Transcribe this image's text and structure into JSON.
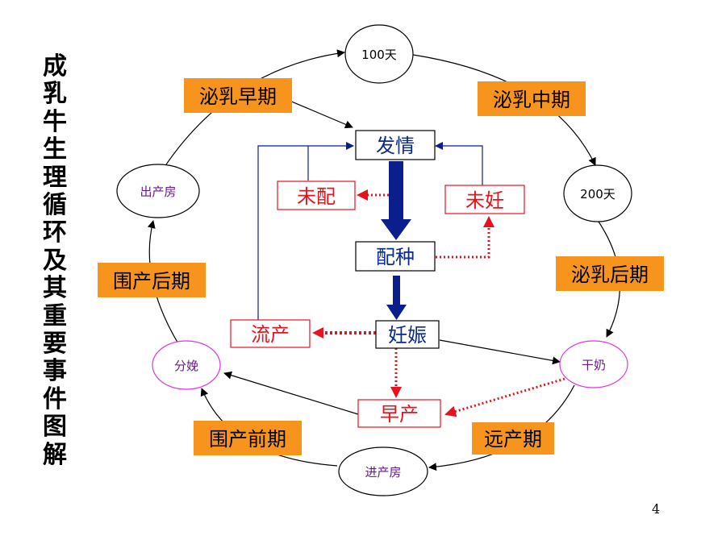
{
  "title": "成乳牛生理循环及其重要事件图解",
  "page_number": "4",
  "colors": {
    "stage_fill": "#f7941d",
    "center_text": "#0a2a8c",
    "center_arrow": "#0a1e8c",
    "red": "#e8121c",
    "purple": "#6a1a8c",
    "magenta": "#e233e2",
    "black": "#000000"
  },
  "cycle_nodes": {
    "day100": "100天",
    "day200": "200天",
    "dry_off": "干奶",
    "enter_room": "进产房",
    "calving": "分娩",
    "leave_room": "出产房"
  },
  "stages": {
    "early_lactation": "泌乳早期",
    "mid_lactation": "泌乳中期",
    "late_lactation": "泌乳后期",
    "far_dry": "远产期",
    "pre_calving": "围产前期",
    "post_calving": "围产后期"
  },
  "center": {
    "estrus": "发情",
    "breeding": "配种",
    "pregnancy": "妊娠",
    "not_bred": "未配",
    "not_pregnant": "未妊",
    "abortion": "流产",
    "premature": "早产"
  }
}
